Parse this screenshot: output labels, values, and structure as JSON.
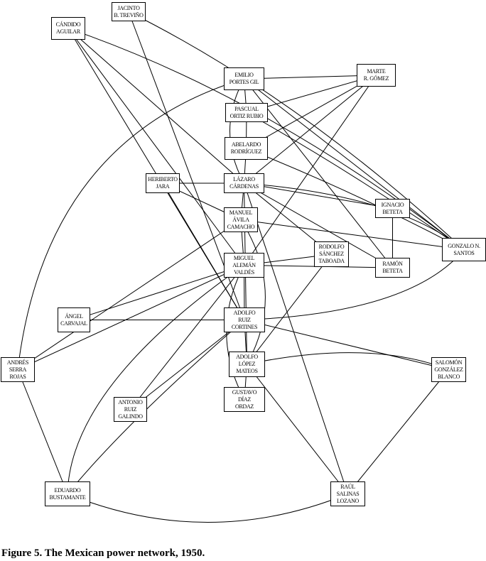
{
  "caption": "Figure 5. The Mexican power network, 1950.",
  "nodes": [
    {
      "id": "jacinto",
      "label": [
        "JACINTO",
        "B. TREVIÑO"
      ]
    },
    {
      "id": "candido",
      "label": [
        "CÁNDIDO",
        "AGUILAR"
      ]
    },
    {
      "id": "emilio",
      "label": [
        "EMILIO",
        "PORTES GIL"
      ]
    },
    {
      "id": "marte",
      "label": [
        "MARTE",
        "R. GÓMEZ"
      ]
    },
    {
      "id": "pascual",
      "label": [
        "PASCUAL",
        "ORTIZ RUBIO"
      ]
    },
    {
      "id": "abelardo",
      "label": [
        "ABELARDO",
        "RODRÍGUEZ"
      ]
    },
    {
      "id": "heriberto",
      "label": [
        "HERIBERTO",
        "JARA"
      ]
    },
    {
      "id": "lazaro",
      "label": [
        "LÁZARO",
        "CÁRDENAS"
      ]
    },
    {
      "id": "ignacio",
      "label": [
        "IGNACIO",
        "BETETA"
      ]
    },
    {
      "id": "manuel",
      "label": [
        "MANUEL",
        "ÁVILA",
        "CAMACHO"
      ]
    },
    {
      "id": "gonzalo",
      "label": [
        "GONZALO N.",
        "SANTOS"
      ]
    },
    {
      "id": "miguel",
      "label": [
        "MIGUEL",
        "ALEMÁN",
        "VALDÉS"
      ]
    },
    {
      "id": "rodolfo",
      "label": [
        "RODOLFO",
        "SÁNCHEZ",
        "TABOADA"
      ]
    },
    {
      "id": "ramon",
      "label": [
        "RAMÓN",
        "BETETA"
      ]
    },
    {
      "id": "angel",
      "label": [
        "ÁNGEL",
        "CARVAJAL"
      ]
    },
    {
      "id": "adolforc",
      "label": [
        "ADOLFO",
        "RUIZ",
        "CORTINES"
      ]
    },
    {
      "id": "andres",
      "label": [
        "ANDRÉS",
        "SERRA",
        "ROJAS"
      ]
    },
    {
      "id": "adolfolm",
      "label": [
        "ADOLFO",
        "LÓPEZ",
        "MATEOS"
      ]
    },
    {
      "id": "salomon",
      "label": [
        "SALOMÓN",
        "GONZÁLEZ",
        "BLANCO"
      ]
    },
    {
      "id": "antonio",
      "label": [
        "ANTONIO",
        "RUIZ",
        "GALINDO"
      ]
    },
    {
      "id": "gustavo",
      "label": [
        "GUSTAVO",
        "DÍAZ",
        "ORDAZ"
      ]
    },
    {
      "id": "eduardo",
      "label": [
        "EDUARDO",
        "BUSTAMANTE"
      ]
    },
    {
      "id": "raul",
      "label": [
        "RAÚL",
        "SALINAS",
        "LOZANO"
      ]
    }
  ],
  "edges": [
    [
      "candido",
      "gonzalo"
    ],
    [
      "jacinto",
      "gonzalo"
    ],
    [
      "jacinto",
      "adolforc"
    ],
    [
      "candido",
      "lazaro"
    ],
    [
      "candido",
      "miguel"
    ],
    [
      "candido",
      "adolforc"
    ],
    [
      "emilio",
      "pascual"
    ],
    [
      "pascual",
      "abelardo"
    ],
    [
      "abelardo",
      "lazaro"
    ],
    [
      "lazaro",
      "manuel"
    ],
    [
      "manuel",
      "miguel"
    ],
    [
      "miguel",
      "adolforc"
    ],
    [
      "adolforc",
      "adolfolm"
    ],
    [
      "adolfolm",
      "gustavo"
    ],
    [
      "emilio",
      "marte"
    ],
    [
      "emilio",
      "gonzalo"
    ],
    [
      "emilio",
      "ramon"
    ],
    [
      "emilio",
      "andres"
    ],
    [
      "emilio",
      "lazaro"
    ],
    [
      "pascual",
      "marte"
    ],
    [
      "pascual",
      "gonzalo"
    ],
    [
      "abelardo",
      "marte"
    ],
    [
      "abelardo",
      "gonzalo"
    ],
    [
      "lazaro",
      "marte"
    ],
    [
      "heriberto",
      "lazaro"
    ],
    [
      "heriberto",
      "manuel"
    ],
    [
      "heriberto",
      "adolforc"
    ],
    [
      "lazaro",
      "ignacio"
    ],
    [
      "lazaro",
      "ramon"
    ],
    [
      "lazaro",
      "rodolfo"
    ],
    [
      "lazaro",
      "gonzalo"
    ],
    [
      "lazaro",
      "adolfolm"
    ],
    [
      "lazaro",
      "raul"
    ],
    [
      "manuel",
      "gonzalo"
    ],
    [
      "manuel",
      "andres"
    ],
    [
      "manuel",
      "adolfolm"
    ],
    [
      "miguel",
      "rodolfo"
    ],
    [
      "miguel",
      "ramon"
    ],
    [
      "miguel",
      "marte"
    ],
    [
      "miguel",
      "angel"
    ],
    [
      "miguel",
      "andres"
    ],
    [
      "miguel",
      "antonio"
    ],
    [
      "miguel",
      "eduardo"
    ],
    [
      "ignacio",
      "ramon"
    ],
    [
      "rodolfo",
      "adolfolm"
    ],
    [
      "adolforc",
      "angel"
    ],
    [
      "adolforc",
      "salomon"
    ],
    [
      "adolforc",
      "gonzalo"
    ],
    [
      "adolforc",
      "antonio"
    ],
    [
      "adolforc",
      "eduardo"
    ],
    [
      "adolfolm",
      "salomon"
    ],
    [
      "adolfolm",
      "raul"
    ],
    [
      "salomon",
      "raul"
    ],
    [
      "raul",
      "eduardo"
    ],
    [
      "andres",
      "eduardo"
    ],
    [
      "gustavo",
      "miguel"
    ]
  ]
}
